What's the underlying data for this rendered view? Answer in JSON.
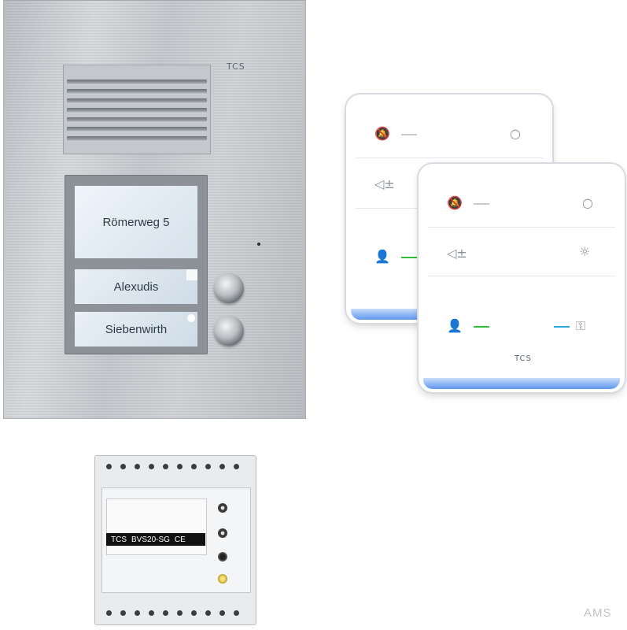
{
  "door_station": {
    "logo": "TCS",
    "name_plates": {
      "main": "Römerweg 5",
      "tag_1": "Alexudis",
      "tag_2": "Siebenwirth"
    }
  },
  "indoor_units": {
    "logo": "TCS",
    "icon_names": [
      "bell-mute-icon",
      "volume-icon",
      "person-speak-icon",
      "power-circle-icon",
      "light-icon",
      "key-icon"
    ]
  },
  "power_supply": {
    "brand": "TCS",
    "model": "BVS20-SG",
    "mark": "CE"
  },
  "watermark": "AMS",
  "colors": {
    "led_green": "#2fbf3a",
    "led_blue": "#2aa7e0",
    "glow_blue": "#5f97f0"
  }
}
